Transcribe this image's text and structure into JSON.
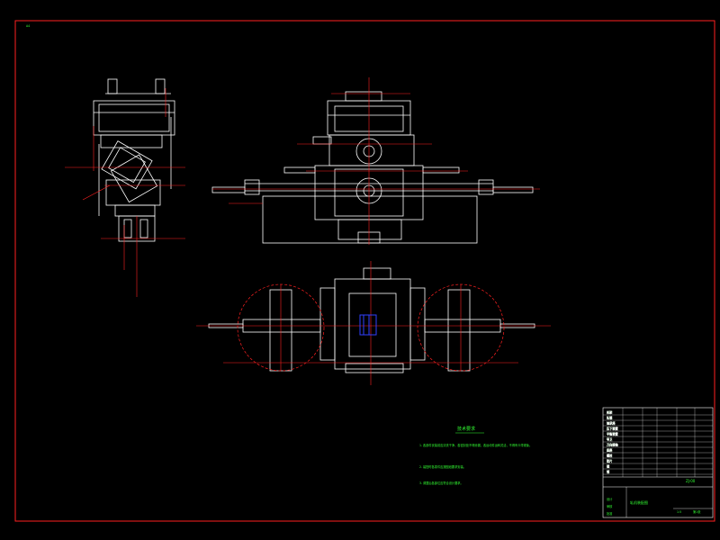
{
  "drawing": {
    "background": "#000000",
    "border_color": "#ff2020",
    "line_white": "#ffffff",
    "line_red": "#ff2020",
    "line_green": "#33ff33",
    "line_blue": "#3040ff",
    "corner_tag": "A4",
    "notes_heading": "技术要求",
    "notes": [
      "1. 各部件安装前应清洗干净，各密封处不得渗漏，各运动件运转灵活，不得有卡滞现象。",
      "2. 装配时各零件应按图纸要求安装。",
      "3. 调整后各部位应符合设计要求。"
    ],
    "title_block": {
      "drawing_name": "轧机装配图",
      "drawing_no": "ZJ-00",
      "scale": "1:5",
      "sheet": "第1张",
      "designer": "设计",
      "checker": "审核",
      "approver": "批准",
      "parts": [
        "机架",
        "轧辊",
        "轴承座",
        "压下装置",
        "平衡装置",
        "导卫",
        "万向接轴",
        "底座",
        "螺栓",
        "垫片",
        "键",
        "销"
      ]
    }
  }
}
